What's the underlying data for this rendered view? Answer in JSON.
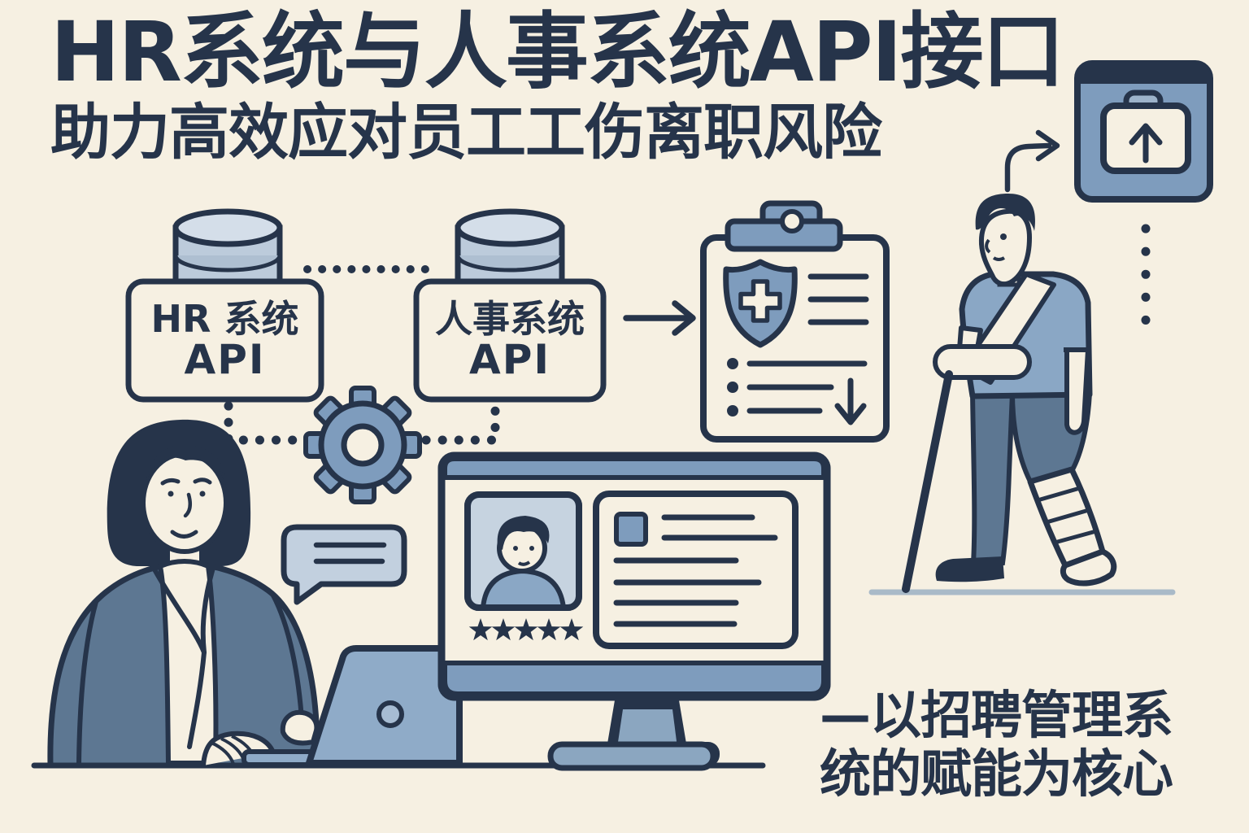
{
  "palette": {
    "background": "#f6f0e2",
    "ink": "#26344a",
    "blue": "#7e9cbd",
    "light_blue": "#c2d0df",
    "pale_blue": "#d4dee9",
    "slate": "#5d7792",
    "shirt_blue": "#8aa7c5",
    "laptop_blue": "#8fabc8",
    "ground": "#a9bac8",
    "cream": "#f6f0e2"
  },
  "title": {
    "line1": "HR系统与人事系统API接口",
    "line2": "助力高效应对员工工伤离职风险"
  },
  "api_boxes": [
    {
      "line1": "HR 系统",
      "line2": "API"
    },
    {
      "line1": "人事系统",
      "line2": "API"
    }
  ],
  "caption": {
    "line1": "—以招聘管理系",
    "line2": "统的赋能为核心"
  },
  "rating": {
    "star_count": 5
  },
  "icons": {
    "database_left": "database-icon",
    "database_right": "database-icon",
    "gear": "gear-icon",
    "chat_bubble": "chat-bubble-icon",
    "clipboard": "medical-clipboard-icon",
    "shield": "shield-cross-icon",
    "briefcase": "briefcase-upload-icon",
    "flow_arrow": "arrow-right-icon",
    "curved_arrow": "curved-arrow-icon",
    "down_arrow": "arrow-down-icon",
    "up_arrow": "arrow-up-icon"
  }
}
